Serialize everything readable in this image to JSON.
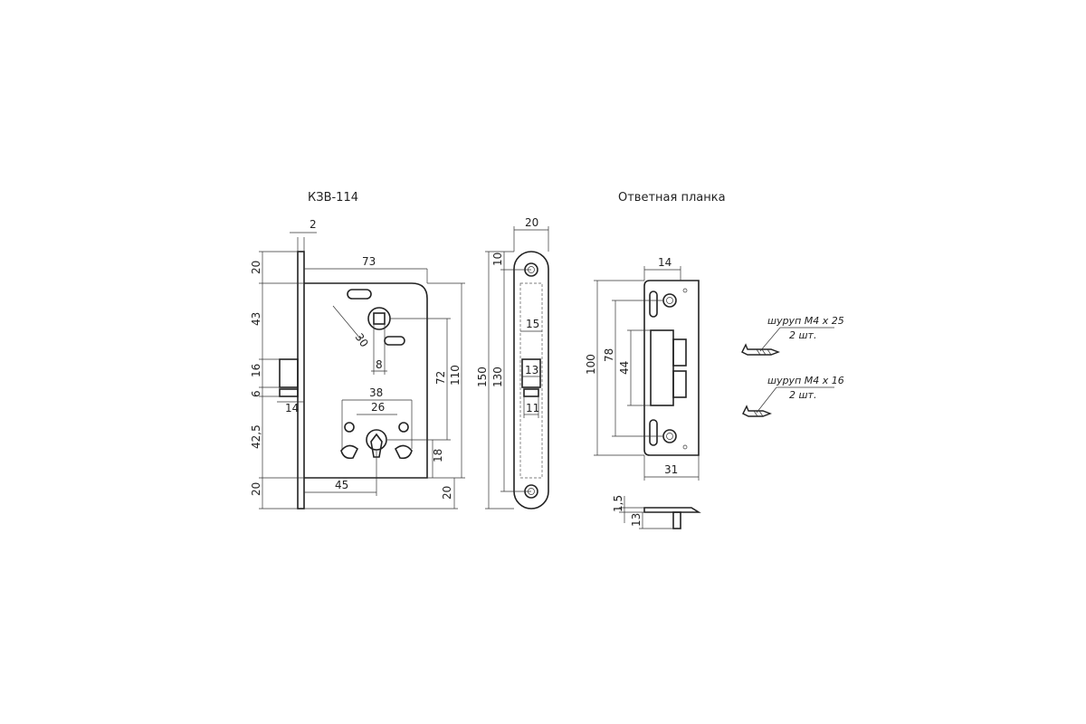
{
  "titles": {
    "lock": "КЗВ-114",
    "strike": "Ответная планка"
  },
  "dims": {
    "d2": "2",
    "d73": "73",
    "d20_top": "20",
    "d43": "43",
    "d16": "16",
    "d6": "6",
    "d14_front": "14",
    "d42_5": "42,5",
    "d20_bot": "20",
    "d30": "30",
    "d8": "8",
    "d38": "38",
    "d26": "26",
    "d45": "45",
    "d72": "72",
    "d110": "110",
    "d18": "18",
    "d20_right": "20",
    "d20_face": "20",
    "d10": "10",
    "d150": "150",
    "d130": "130",
    "d15": "15",
    "d13_face": "13",
    "d11": "11",
    "d14_strike": "14",
    "d100": "100",
    "d78": "78",
    "d44": "44",
    "d31": "31",
    "d1_5": "1,5",
    "d13_side": "13"
  },
  "screws": {
    "long_label": "шуруп М4 x 25",
    "long_qty": "2 шт.",
    "short_label": "шуруп М4 x 16",
    "short_qty": "2 шт."
  }
}
